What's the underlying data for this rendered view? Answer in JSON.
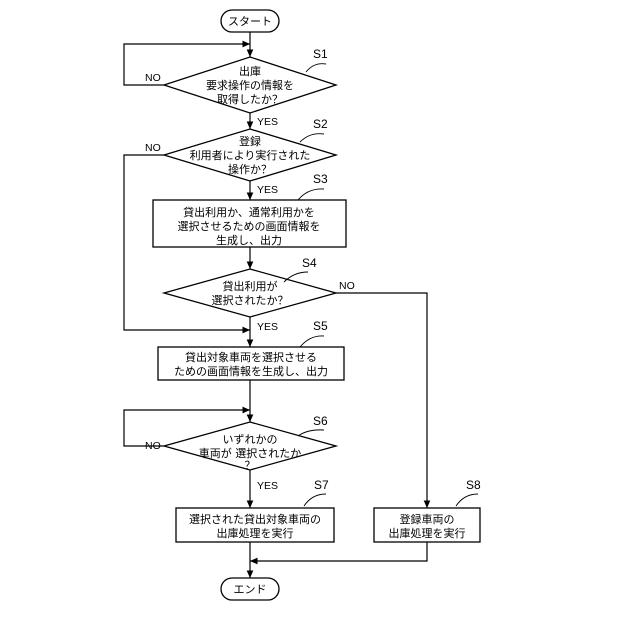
{
  "start": "スタート",
  "end": "エンド",
  "yes": "YES",
  "no": "NO",
  "steps": {
    "s1": {
      "id": "S1",
      "lines": [
        "出庫",
        "要求操作の情報を",
        "取得したか？"
      ]
    },
    "s2": {
      "id": "S2",
      "lines": [
        "登録",
        "利用者により実行された",
        "操作か？"
      ]
    },
    "s3": {
      "id": "S3",
      "lines": [
        "貸出利用か、通常利用かを",
        "選択させるための画面情報を",
        "生成し、出力"
      ]
    },
    "s4": {
      "id": "S4",
      "lines": [
        "貸出利用が",
        "選択されたか？"
      ]
    },
    "s5": {
      "id": "S5",
      "lines": [
        "貸出対象車両を選択させる",
        "ための画面情報を生成し、出力"
      ]
    },
    "s6": {
      "id": "S6",
      "lines": [
        "いずれかの",
        "車両が 選択されたか",
        "？"
      ]
    },
    "s7": {
      "id": "S7",
      "lines": [
        "選択された貸出対象車両の",
        "出庫処理を実行"
      ]
    },
    "s8": {
      "id": "S8",
      "lines": [
        "登録車両の",
        "出庫処理を実行"
      ]
    }
  }
}
